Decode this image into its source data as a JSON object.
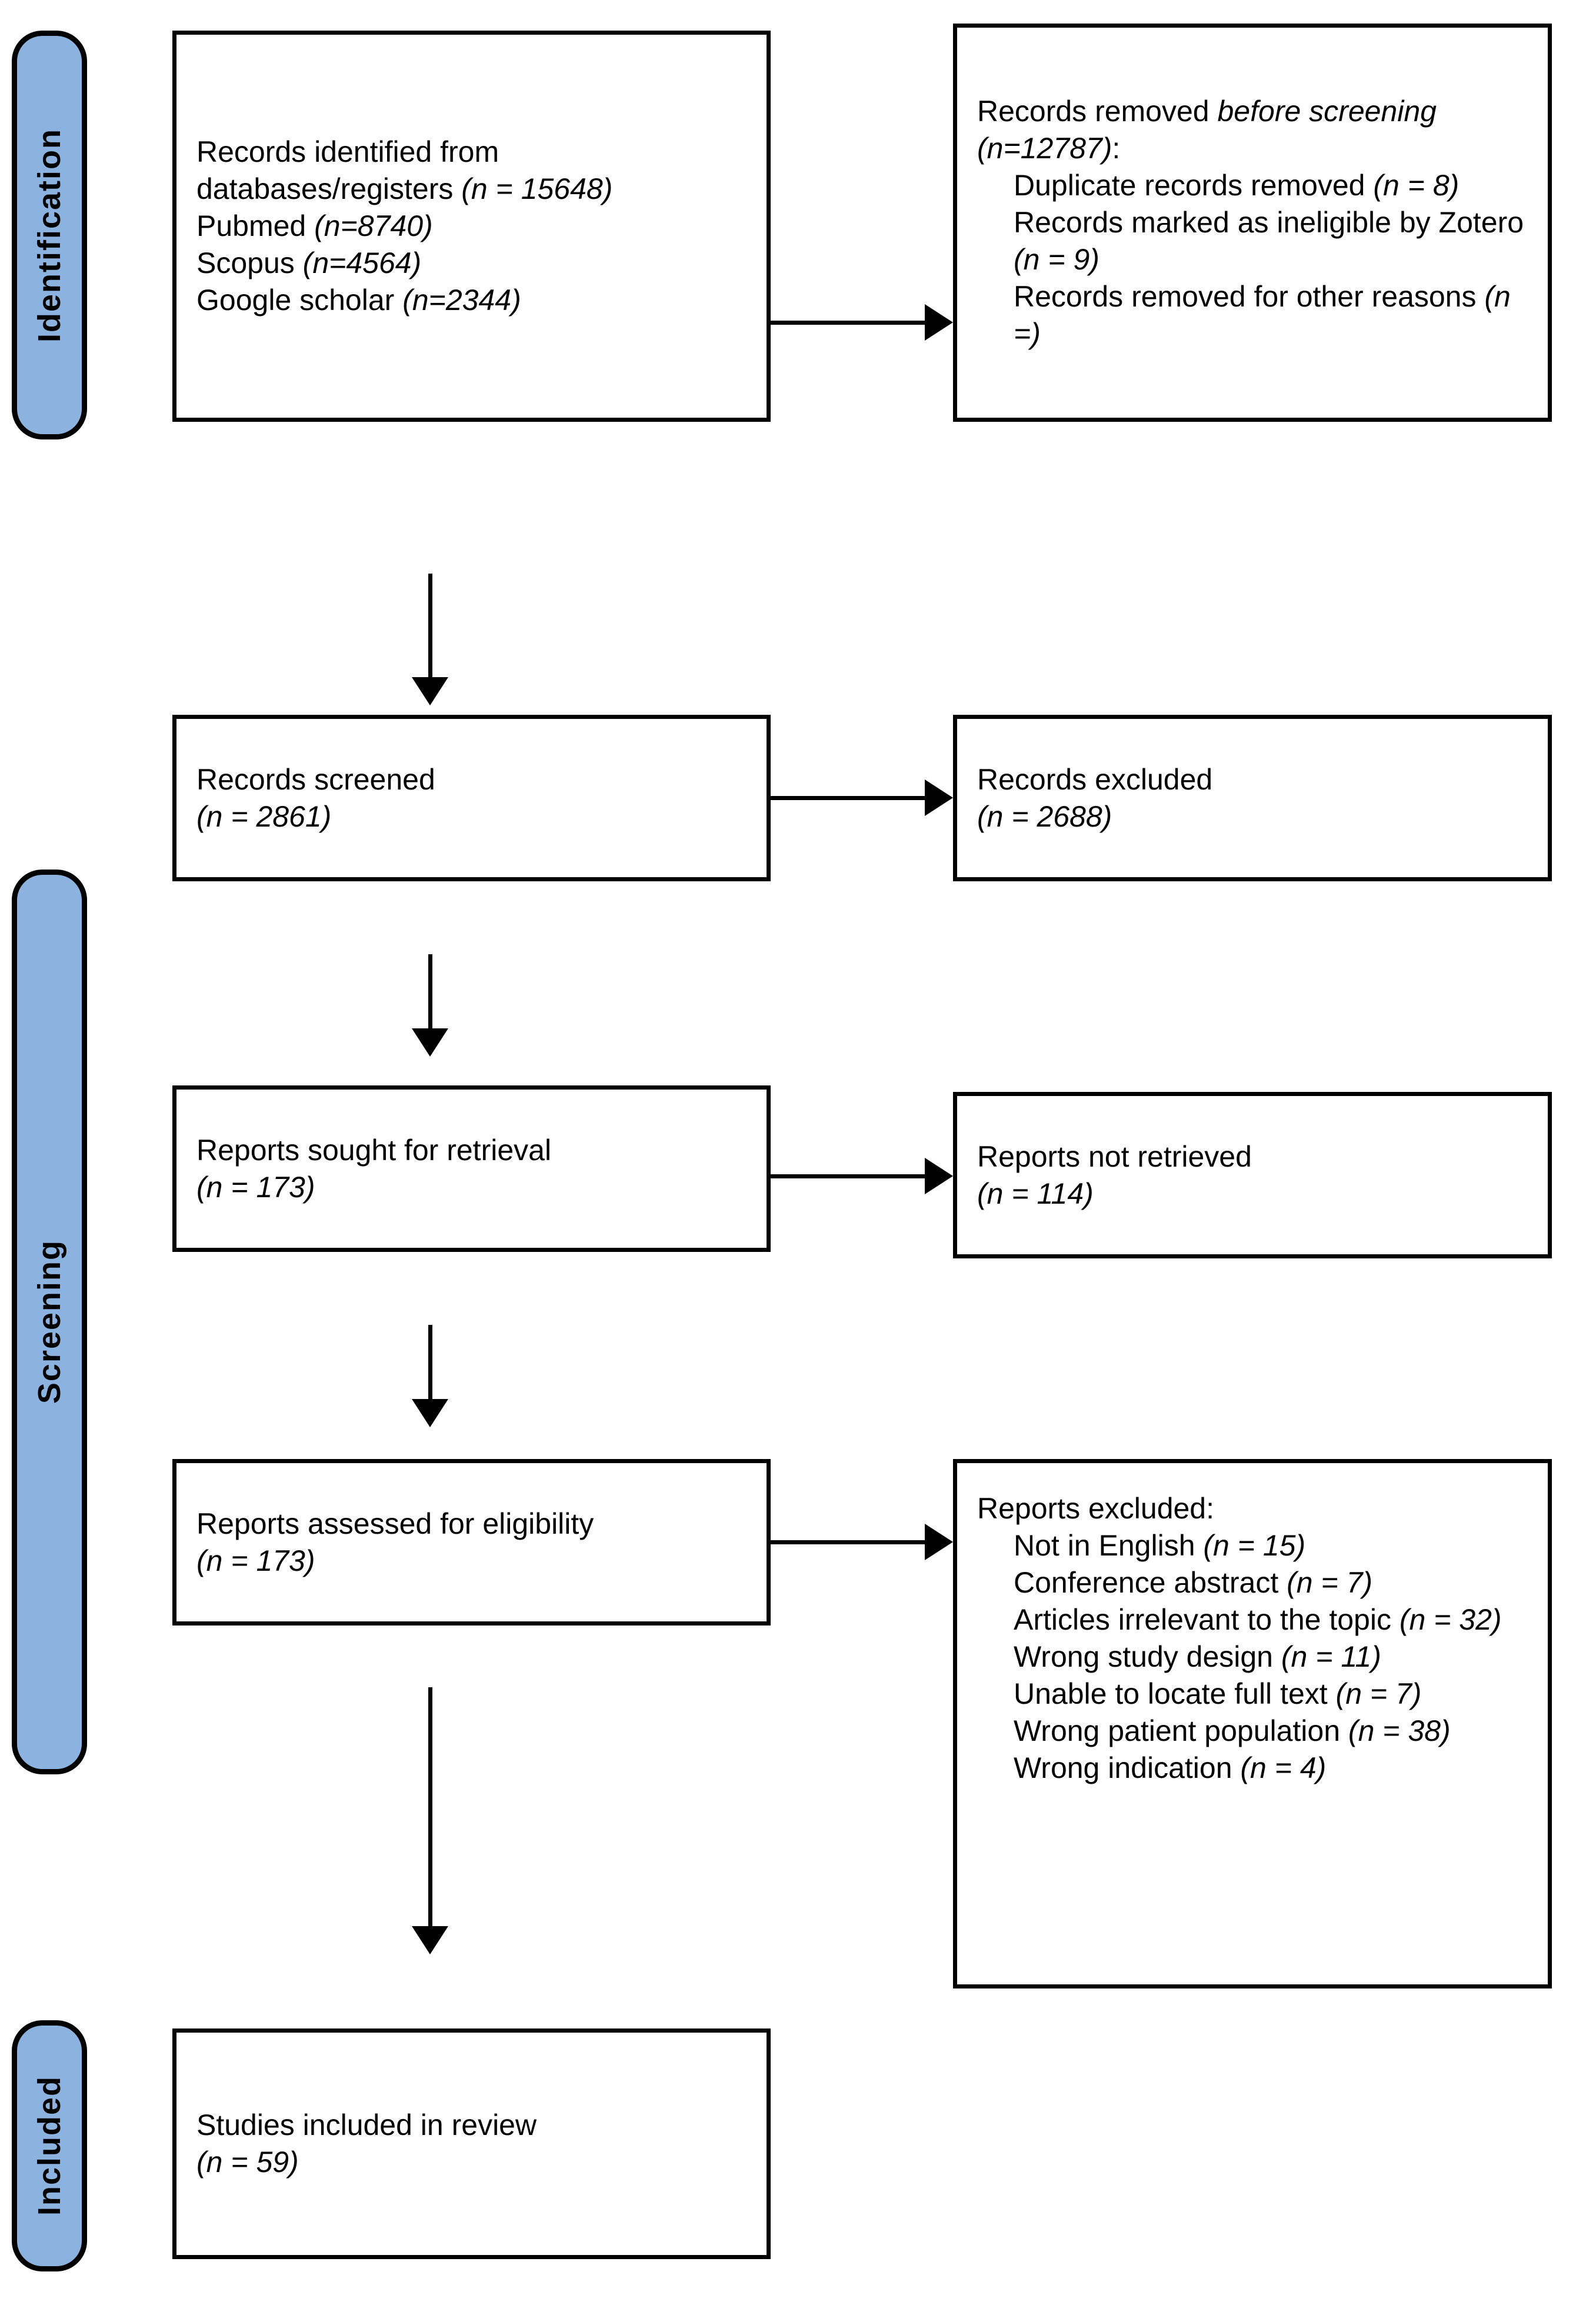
{
  "diagram": {
    "title": "PRISMA 2020 flow diagram",
    "accent_color": "#8CB3E0",
    "line_color": "#000000",
    "background_color": "#FFFFFF"
  },
  "phases": [
    {
      "id": "identification",
      "label": "Identification"
    },
    {
      "id": "screening",
      "label": "Screening"
    },
    {
      "id": "included",
      "label": "Included"
    }
  ],
  "boxes": {
    "records_identified": {
      "lines": [
        {
          "text": "Records identified from"
        },
        {
          "text": "databases/registers ",
          "italic": "(n = 15648)"
        },
        {
          "text": "Pubmed ",
          "italic": "(n=8740)"
        },
        {
          "text": "Scopus ",
          "italic": "(n=4564)"
        },
        {
          "text": "Google scholar ",
          "italic": "(n=2344)"
        }
      ],
      "plain": "Records identified from databases/registers (n = 15648) Pubmed (n=8740) Scopus (n=4564) Google scholar (n=2344)"
    },
    "records_removed": {
      "heading_plain": "Records removed before screening (n=12787):",
      "heading_normal": "Records removed ",
      "heading_italic_1": "before screening ",
      "heading_italic_2": "(n=12787)",
      "heading_tail": ":",
      "items": [
        {
          "text": "Duplicate records removed ",
          "italic": "(n = 8)"
        },
        {
          "text": "Records marked as ineligible by Zotero ",
          "italic": "(n = 9)"
        },
        {
          "text": "Records removed for other reasons ",
          "italic": "(n =)"
        }
      ]
    },
    "records_screened": {
      "label": "Records screened",
      "count": "(n = 2861)"
    },
    "records_excluded": {
      "label": "Records excluded",
      "count": "(n = 2688)"
    },
    "reports_sought": {
      "label": "Reports sought for retrieval",
      "count": "(n = 173)"
    },
    "reports_not_retrieved": {
      "label": "Reports not retrieved",
      "count": "(n = 114)"
    },
    "reports_assessed": {
      "label": "Reports assessed for eligibility",
      "count": "(n = 173)"
    },
    "reports_excluded": {
      "heading": "Reports excluded:",
      "items": [
        {
          "text": "Not in English ",
          "italic": "(n = 15)"
        },
        {
          "text": "Conference abstract ",
          "italic": "(n = 7)"
        },
        {
          "text": "Articles irrelevant to the topic ",
          "italic": "(n = 32)"
        },
        {
          "text": "Wrong study design ",
          "italic": "(n = 11)"
        },
        {
          "text": "Unable to locate full text ",
          "italic": "(n = 7)"
        },
        {
          "text": "Wrong patient population ",
          "italic": "(n = 38)"
        },
        {
          "text": "Wrong indication ",
          "italic": "(n = 4)"
        }
      ]
    },
    "studies_included": {
      "label": "Studies included in review",
      "count": "(n = 59)"
    }
  },
  "chart_data": {
    "type": "flow-diagram",
    "title": "PRISMA 2020 flow diagram",
    "nodes": [
      {
        "id": "records_identified",
        "phase": "Identification",
        "label": "Records identified from databases/registers",
        "n": 15648,
        "breakdown": [
          {
            "source": "Pubmed",
            "n": 8740
          },
          {
            "source": "Scopus",
            "n": 4564
          },
          {
            "source": "Google scholar",
            "n": 2344
          }
        ]
      },
      {
        "id": "records_removed",
        "phase": "Identification",
        "label": "Records removed before screening",
        "n": 12787,
        "breakdown": [
          {
            "reason": "Duplicate records removed",
            "n": 8
          },
          {
            "reason": "Records marked as ineligible by Zotero",
            "n": 9
          },
          {
            "reason": "Records removed for other reasons",
            "n": null
          }
        ]
      },
      {
        "id": "records_screened",
        "phase": "Screening",
        "label": "Records screened",
        "n": 2861
      },
      {
        "id": "records_excluded",
        "phase": "Screening",
        "label": "Records excluded",
        "n": 2688
      },
      {
        "id": "reports_sought",
        "phase": "Screening",
        "label": "Reports sought for retrieval",
        "n": 173
      },
      {
        "id": "reports_not_retrieved",
        "phase": "Screening",
        "label": "Reports not retrieved",
        "n": 114
      },
      {
        "id": "reports_assessed",
        "phase": "Screening",
        "label": "Reports assessed for eligibility",
        "n": 173
      },
      {
        "id": "reports_excluded",
        "phase": "Screening",
        "label": "Reports excluded",
        "n": null,
        "breakdown": [
          {
            "reason": "Not in English",
            "n": 15
          },
          {
            "reason": "Conference abstract",
            "n": 7
          },
          {
            "reason": "Articles irrelevant to the topic",
            "n": 32
          },
          {
            "reason": "Wrong study design",
            "n": 11
          },
          {
            "reason": "Unable to locate full text",
            "n": 7
          },
          {
            "reason": "Wrong patient population",
            "n": 38
          },
          {
            "reason": "Wrong indication",
            "n": 4
          }
        ]
      },
      {
        "id": "studies_included",
        "phase": "Included",
        "label": "Studies included in review",
        "n": 59
      }
    ],
    "edges": [
      {
        "from": "records_identified",
        "to": "records_removed",
        "direction": "right"
      },
      {
        "from": "records_identified",
        "to": "records_screened",
        "direction": "down"
      },
      {
        "from": "records_screened",
        "to": "records_excluded",
        "direction": "right"
      },
      {
        "from": "records_screened",
        "to": "reports_sought",
        "direction": "down"
      },
      {
        "from": "reports_sought",
        "to": "reports_not_retrieved",
        "direction": "right"
      },
      {
        "from": "reports_sought",
        "to": "reports_assessed",
        "direction": "down"
      },
      {
        "from": "reports_assessed",
        "to": "reports_excluded",
        "direction": "right"
      },
      {
        "from": "reports_assessed",
        "to": "studies_included",
        "direction": "down"
      }
    ]
  }
}
